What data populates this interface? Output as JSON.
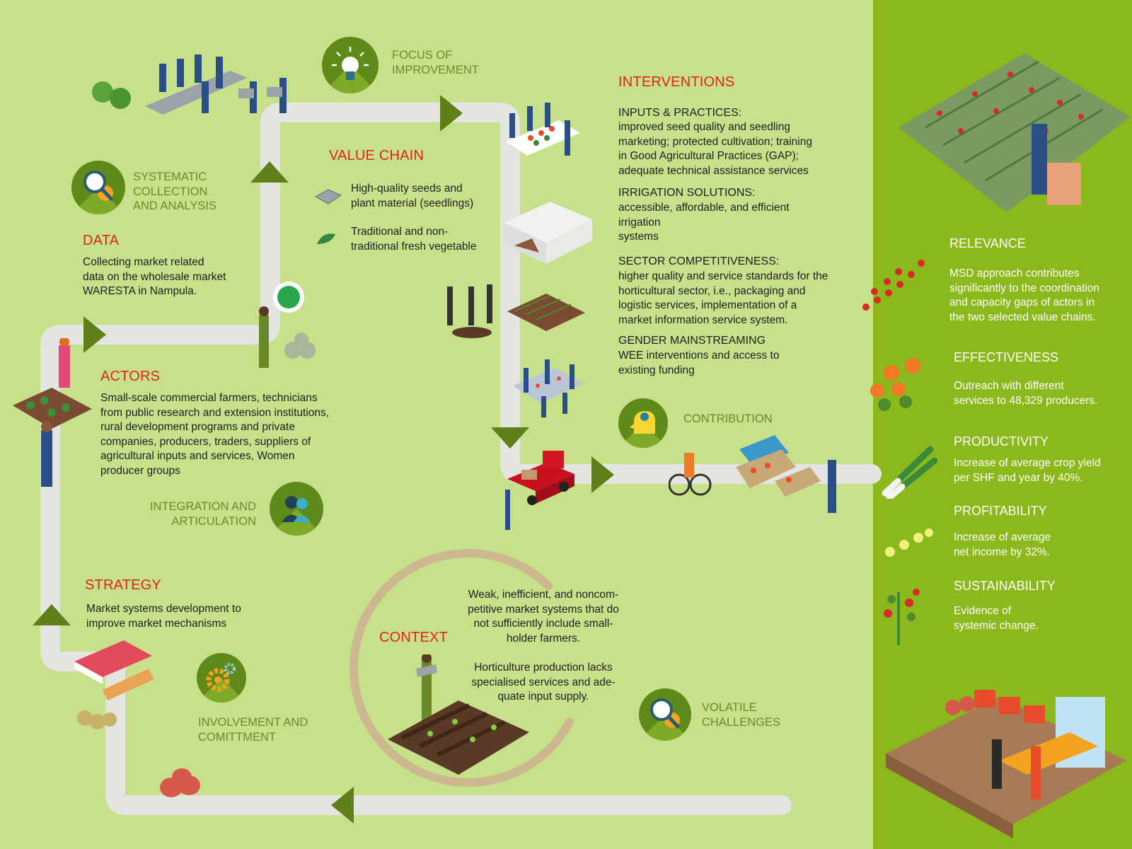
{
  "focus": {
    "label": "FOCUS OF\nIMPROVEMENT",
    "icon": "lightbulb-icon"
  },
  "systematic": {
    "label": "SYSTEMATIC\nCOLLECTION\nAND ANALYSIS",
    "icon": "magnifier-gear-icon"
  },
  "data_section": {
    "title": "DATA",
    "text": "Collecting market related\ndata on the wholesale market\nWARESTA in Nampula."
  },
  "actors": {
    "title": "ACTORS",
    "text": "Small-scale commercial farmers, technicians\nfrom public research and extension institutions,\nrural development programs and private\ncompanies, producers, traders, suppliers of\nagricultural inputs and services, Women\nproducer groups"
  },
  "integration": {
    "label": "INTEGRATION AND\nARTICULATION",
    "icon": "people-icon"
  },
  "strategy": {
    "title": "STRATEGY",
    "text": "Market systems development to\nimprove market mechanisms"
  },
  "involvement": {
    "label": "INVOLVEMENT AND\nCOMITTMENT",
    "icon": "gears-icon"
  },
  "value_chain": {
    "title": "VALUE CHAIN",
    "items": [
      {
        "text": "High-quality seeds and\nplant material (seedlings)",
        "icon": "seed-tray-icon"
      },
      {
        "text": "Traditional and non-\ntraditional fresh vegetable",
        "icon": "leaf-icon"
      }
    ]
  },
  "interventions": {
    "title": "INTERVENTIONS",
    "blocks": [
      {
        "heading": "INPUTS & PRACTICES:",
        "text": "improved seed quality and seedling\nmarketing; protected cultivation; training\nin Good Agricultural Practices (GAP);\nadequate technical assistance services"
      },
      {
        "heading": "IRRIGATION SOLUTIONS:",
        "text": "accessible, affordable, and efficient\nirrigation\nsystems"
      },
      {
        "heading": "SECTOR COMPETITIVENESS:",
        "text": "higher quality and service standards for the\nhorticultural sector, i.e., packaging and\nlogistic services, implementation of a\nmarket information service system."
      },
      {
        "heading": "GENDER MAINSTREAMING",
        "text": "WEE interventions and access to\nexisting funding"
      }
    ]
  },
  "contribution": {
    "label": "CONTRIBUTION",
    "icon": "head-idea-icon"
  },
  "context": {
    "title": "CONTEXT",
    "text1": "Weak, inefficient, and noncom-\npetitive market systems that do\nnot sufficiently include small-\nholder farmers.",
    "text2": "Horticulture production lacks\nspecialised services and ade-\nquate input supply."
  },
  "volatile": {
    "label": "VOLATILE\nCHALLENGES",
    "icon": "magnifier-gear-icon"
  },
  "results": [
    {
      "title": "RELEVANCE",
      "text": "MSD approach contributes\nsignificantly to the coordination\nand capacity gaps of actors in\nthe two selected value chains."
    },
    {
      "title": "EFFECTIVENESS",
      "text": "Outreach with different\nservices to 48,329 producers."
    },
    {
      "title": "PRODUCTIVITY",
      "text": "Increase of average crop yield\nper SHF and year by 40%."
    },
    {
      "title": "PROFITABILITY",
      "text": "Increase of average\nnet income by 32%."
    },
    {
      "title": "SUSTAINABILITY",
      "text": "Evidence of\nsystemic change."
    }
  ],
  "colors": {
    "background": "#c7e08a",
    "panel": "#8bb81a",
    "heading_red": "#e0241b",
    "olive": "#6c8a2b",
    "path": "#e2e2de",
    "arrow": "#5f7f18"
  }
}
